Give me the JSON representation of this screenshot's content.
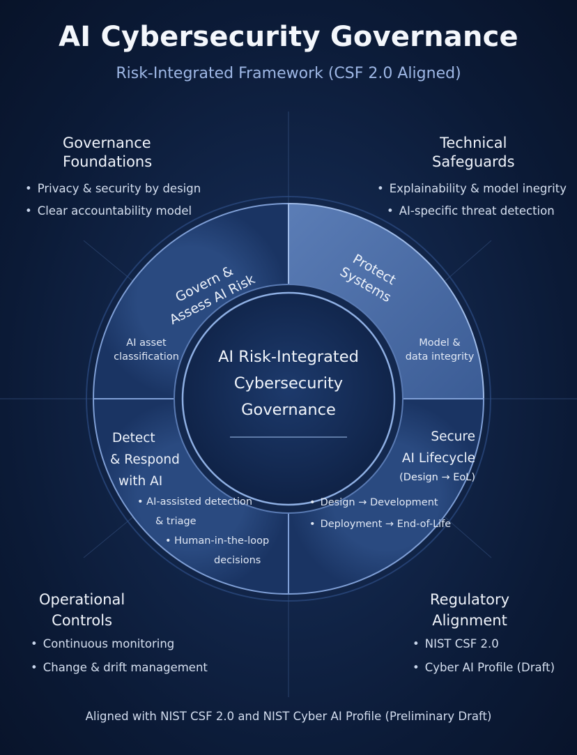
{
  "title": "AI Cybersecurity Governance",
  "subtitle": "Risk-Integrated Framework (CSF  2.0 Aligned)",
  "center": {
    "line1": "AI Risk-Integrated",
    "line2": "Cybersecurity",
    "line3": "Governance"
  },
  "quadrants": {
    "top_left": {
      "title_line1": "Governance",
      "title_line2": "Foundations",
      "bullets": [
        "Privacy & security by design",
        "Clear accountability model"
      ]
    },
    "top_right": {
      "title_line1": "Technical",
      "title_line2": "Safeguards",
      "bullets": [
        "Explainability & model inegrity",
        "AI-specific threat detection"
      ]
    },
    "bottom_left": {
      "title_line1": "Operational",
      "title_line2": "Controls",
      "bullets": [
        "Continuous monitoring",
        "Change & drift management"
      ]
    },
    "bottom_right": {
      "title_line1": "Regulatory",
      "title_line2": "Alignment",
      "bullets": [
        "NIST CSF 2.0",
        "Cyber AI Profile (Draft)"
      ]
    }
  },
  "ring": {
    "govern": {
      "label_line1": "Govern &",
      "label_line2": "Assess AI Risk",
      "detail_line1": "AI asset",
      "detail_line2": "classification"
    },
    "protect": {
      "label_line1": "Protect",
      "label_line2": "Systems",
      "detail_line1": "Model &",
      "detail_line2": "data integrity"
    },
    "detect": {
      "label_line1": "Detect",
      "label_line2": "& Respond",
      "label_line3": "with AI",
      "bullet1_line1": "AI-assisted detection",
      "bullet1_line2": "& triage",
      "bullet2_line1": "Human-in-the-loop",
      "bullet2_line2": "decisions"
    },
    "secure": {
      "label_line1": "Secure",
      "label_line2": "AI Lifecycle",
      "label_line3": "(Design → EoL)",
      "bullets": [
        "Design → Development",
        "Deployment → End-of-Life"
      ]
    }
  },
  "footer": "Aligned with NIST CSF 2.0 and NIST Cyber AI Profile (Preliminary Draft)",
  "colors": {
    "background": "#0b1a36",
    "ring_fill": "#1e3a6a",
    "highlight_segment": "#4a6ba3",
    "accent_text": "#9fb8e6"
  }
}
